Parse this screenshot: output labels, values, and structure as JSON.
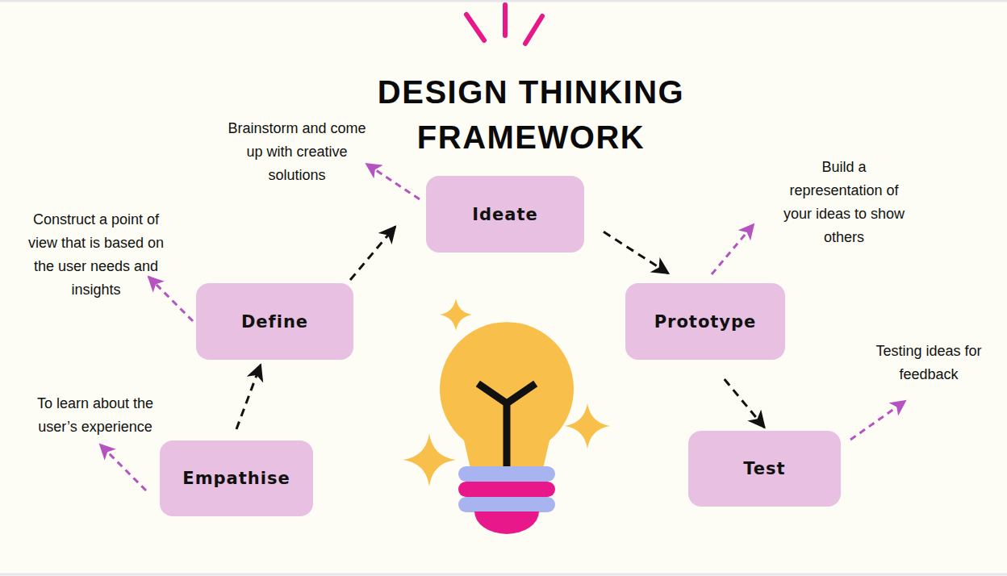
{
  "diagram": {
    "title": "DESIGN THINKING FRAMEWORK",
    "nodes": [
      {
        "text": [
          "Empathise"
        ]
      },
      {
        "text": [
          "Define"
        ]
      },
      {
        "text": [
          "Ideate"
        ]
      },
      {
        "text": [
          "Prototype"
        ]
      },
      {
        "text": [
          "Test"
        ]
      }
    ],
    "edges": [
      {
        "from": 0,
        "to": 1,
        "arrow": "to"
      },
      {
        "from": 1,
        "to": 2,
        "arrow": "to"
      },
      {
        "from": 2,
        "to": 3,
        "arrow": "to"
      },
      {
        "from": 3,
        "to": 4,
        "arrow": "to"
      }
    ],
    "labels": [
      "To learn about the user’s experience",
      "Construct a point of view that is based on the user needs and insights",
      "Brainstorm and come up with creative solutions",
      "Build a representation of your ideas to show others",
      "Testing ideas for feedback"
    ]
  }
}
